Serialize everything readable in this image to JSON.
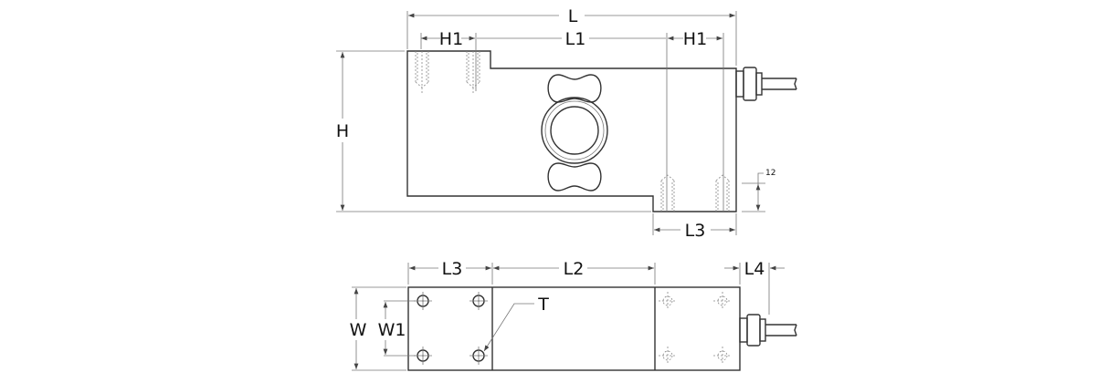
{
  "side_view": {
    "dimensions": {
      "length": "L",
      "hole_pitch_left": "H1",
      "hole_spacing": "L1",
      "hole_pitch_right": "H1",
      "height": "H",
      "thread_depth": "12",
      "mount_length": "L3"
    }
  },
  "top_view": {
    "dimensions": {
      "mount_length": "L3",
      "center_length": "L2",
      "gland_length": "L4",
      "width": "W",
      "hole_width": "W1",
      "thread": "T"
    }
  }
}
